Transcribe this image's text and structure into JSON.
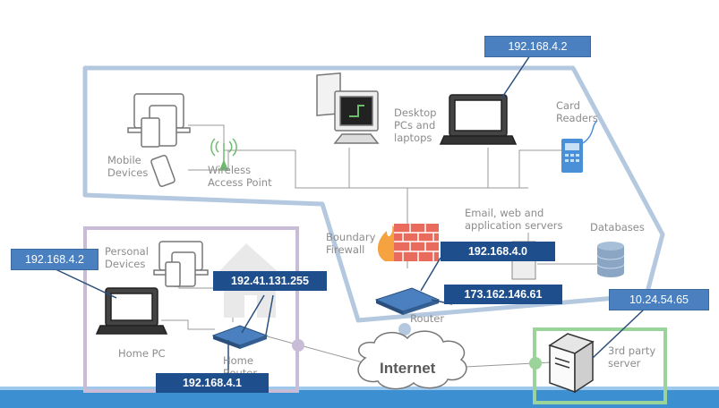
{
  "labels": {
    "mobile_devices": "Mobile\nDevices",
    "wireless_ap": "Wireless\nAccess Point",
    "desktop_pcs": "Desktop\nPCs and\nlaptops",
    "card_readers": "Card\nReaders",
    "email_servers": "Email, web and\napplication servers",
    "databases": "Databases",
    "boundary_firewall": "Boundary\nFirewall",
    "router": "Router",
    "personal_devices": "Personal\nDevices",
    "home_pc": "Home PC",
    "home_router": "Home\nRouter",
    "internet": "Internet",
    "third_party_server": "3rd party\nserver"
  },
  "ip_labels": {
    "laptop_top": "192.168.4.2",
    "home_pc": "192.168.4.2",
    "home_router_wan": "192.41.131.255",
    "home_router_lan": "192.168.4.1",
    "firewall": "192.168.4.0",
    "router": "173.162.146.61",
    "third_party": "10.24.54.65"
  },
  "colors": {
    "corporate_boundary": "#b4c8df",
    "home_boundary": "#c8bcd6",
    "third_party_boundary": "#9ad49a",
    "ip_light": "#4a80bf",
    "ip_dark": "#1f4e8c",
    "bottom_bar": "#3c8fd0"
  }
}
